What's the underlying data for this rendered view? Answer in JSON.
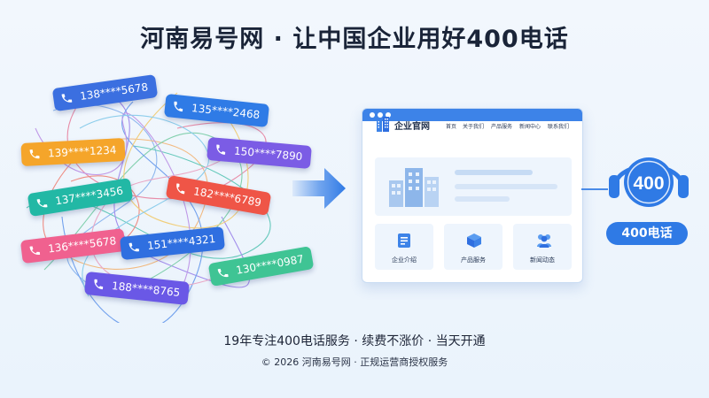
{
  "title": "河南易号网 · 让中国企业用好400电话",
  "phone_tags": [
    {
      "number": "138****5678",
      "color": "#3b6fe0"
    },
    {
      "number": "135****2468",
      "color": "#2f7be6"
    },
    {
      "number": "139****1234",
      "color": "#f5a52a"
    },
    {
      "number": "150****7890",
      "color": "#7b5ce5"
    },
    {
      "number": "137****3456",
      "color": "#22b8a5"
    },
    {
      "number": "182****6789",
      "color": "#ef5547"
    },
    {
      "number": "136****5678",
      "color": "#f0618f"
    },
    {
      "number": "151****4321",
      "color": "#2f6fe0"
    },
    {
      "number": "130****0987",
      "color": "#3fc494"
    },
    {
      "number": "188****8765",
      "color": "#6a58e6"
    }
  ],
  "website": {
    "name": "企业官网",
    "nav": [
      "首页",
      "关于我们",
      "产品服务",
      "新闻中心",
      "联系我们"
    ],
    "cards": [
      {
        "label": "企业介绍",
        "icon": "document-icon"
      },
      {
        "label": "产品服务",
        "icon": "cube-icon"
      },
      {
        "label": "新闻动态",
        "icon": "people-icon"
      }
    ]
  },
  "headset": {
    "number": "400",
    "badge": "400电话"
  },
  "slogan": "19年专注400电话服务 · 续费不涨价 · 当天开通",
  "copyright": "© 2026 河南易号网 · 正规运营商授权服务",
  "colors": {
    "brand_blue": "#2f7ae5",
    "window_bar": "#3d83e8"
  }
}
